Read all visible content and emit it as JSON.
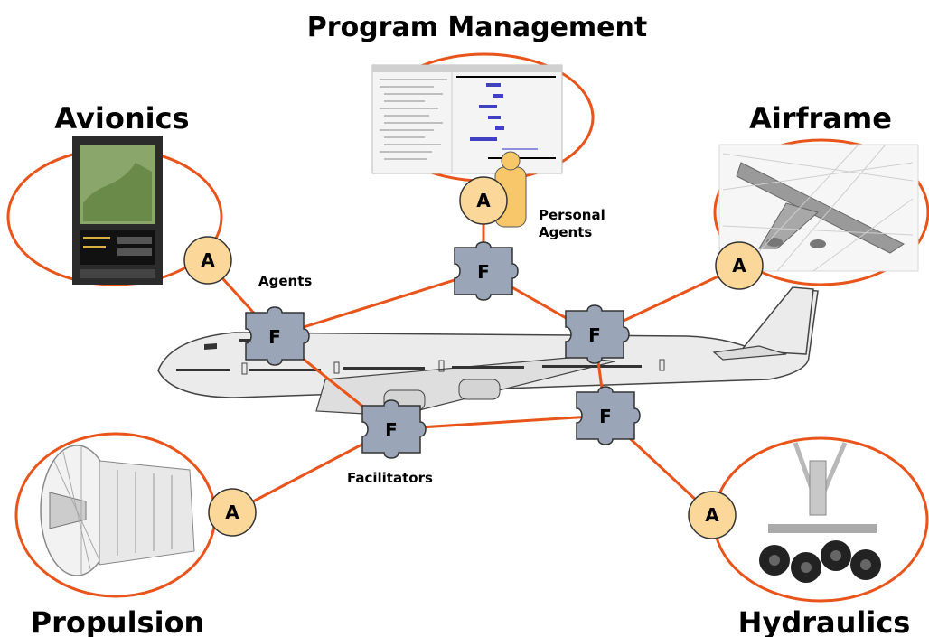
{
  "diagram": {
    "domains": {
      "program_management": "Program Management",
      "avionics": "Avionics",
      "airframe": "Airframe",
      "propulsion": "Propulsion",
      "hydraulics": "Hydraulics"
    },
    "labels": {
      "personal_agents_line1": "Personal",
      "personal_agents_line2": "Agents",
      "agents": "Agents",
      "facilitators": "Facilitators"
    },
    "node_letters": {
      "agent": "A",
      "facilitator": "F"
    },
    "colors": {
      "link": "#e8541a",
      "ellipse": "#e8541a",
      "agent_fill": "#fcd79a",
      "agent_stroke": "#333333",
      "facilitator_fill": "#9aa6b8",
      "facilitator_stroke": "#333333",
      "airplane": "#ebebeb"
    }
  }
}
